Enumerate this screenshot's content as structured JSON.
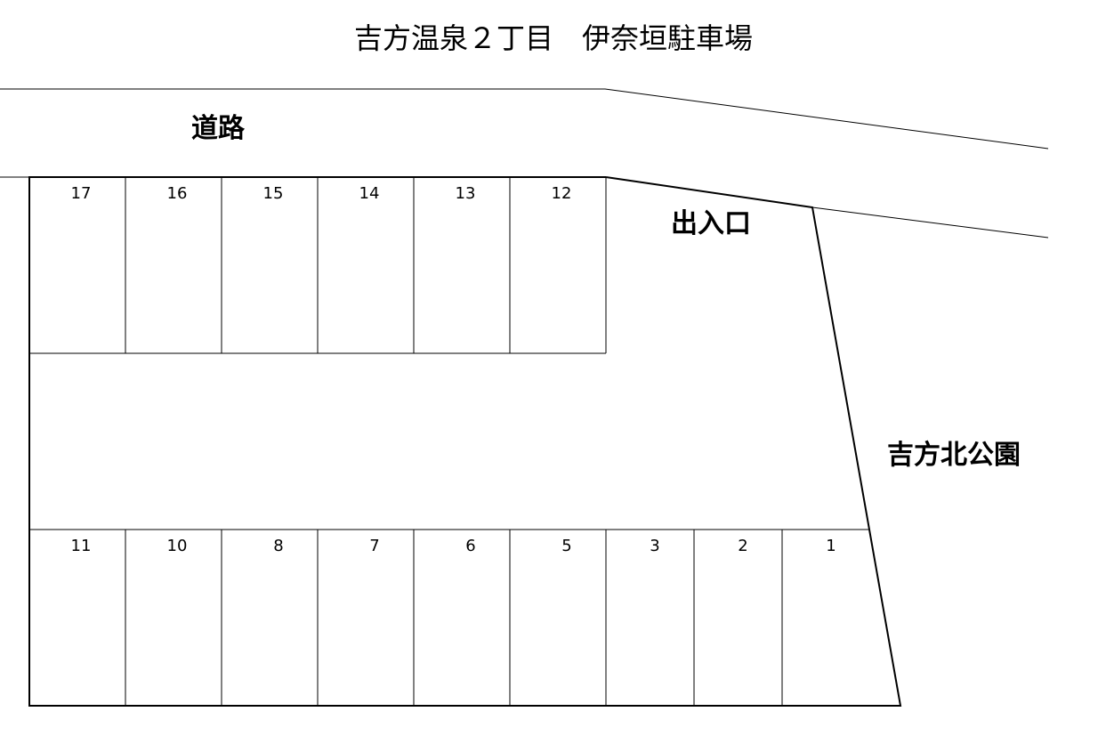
{
  "title": "吉方温泉２丁目　伊奈垣駐車場",
  "labels": {
    "road": "道路",
    "entrance": "出入口",
    "park": "吉方北公園"
  },
  "stalls": {
    "top": [
      "17",
      "16",
      "15",
      "14",
      "13",
      "12"
    ],
    "bottom": [
      "11",
      "10",
      "8",
      "7",
      "6",
      "5",
      "3",
      "2",
      "1"
    ]
  }
}
